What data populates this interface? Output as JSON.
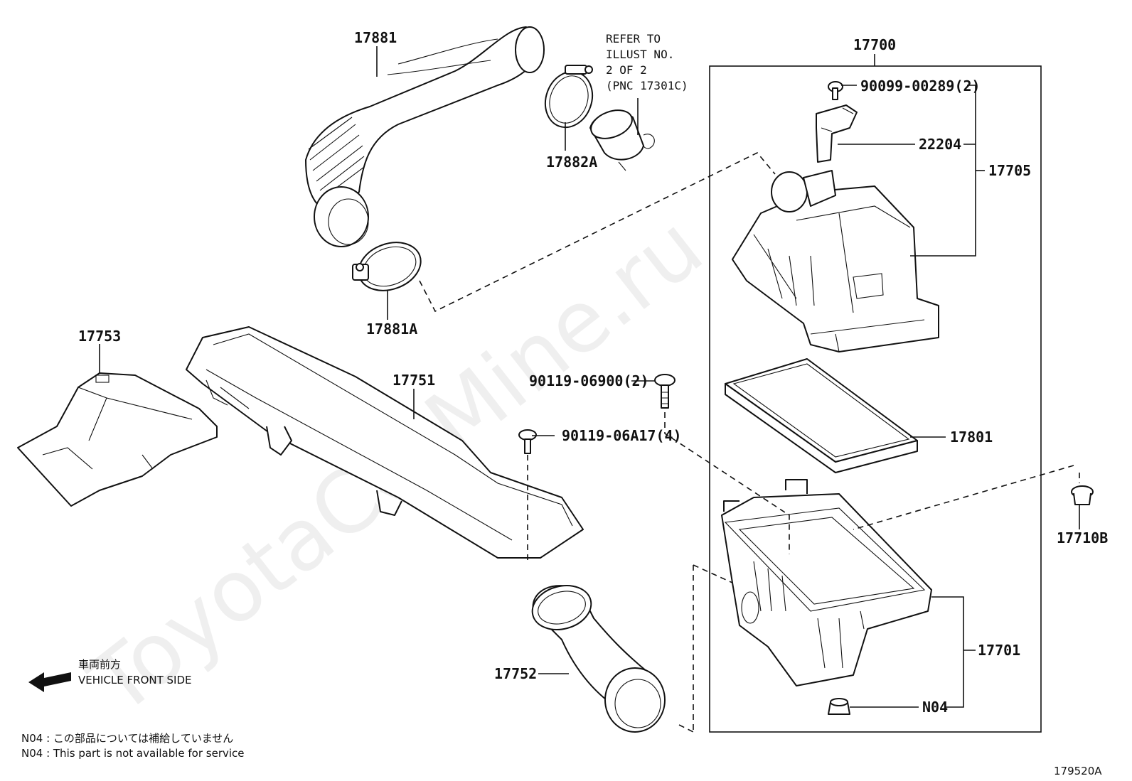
{
  "watermark": "ToyotaCarMine.ru",
  "parts": {
    "p17881": "17881",
    "p17882A": "17882A",
    "p17881A": "17881A",
    "p17700": "17700",
    "p90099": "90099-00289(2)",
    "p22204": "22204",
    "p17705": "17705",
    "p17753": "17753",
    "p17751": "17751",
    "p90119_06900": "90119-06900(2)",
    "p90119_06A17": "90119-06A17(4)",
    "p17801": "17801",
    "p17710B": "17710B",
    "p17701": "17701",
    "p17752": "17752",
    "pN04": "N04"
  },
  "refer_note": [
    "REFER TO",
    "ILLUST NO.",
    "2 OF 2",
    "(PNC 17301C)"
  ],
  "direction": {
    "jp": "車両前方",
    "en": "VEHICLE FRONT SIDE"
  },
  "footnotes": {
    "jp": "N04 : この部品については補給していません",
    "en": "N04 : This part is not available for service"
  },
  "illustration_id": "179520A"
}
